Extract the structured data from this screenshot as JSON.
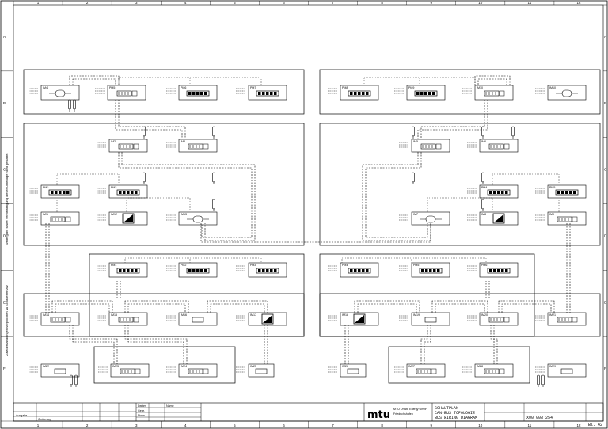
{
  "drawing": {
    "column_labels": [
      "1",
      "2",
      "3",
      "4",
      "5",
      "6",
      "7",
      "8",
      "9",
      "10",
      "11",
      "12"
    ],
    "row_labels": [
      "A",
      "B",
      "C",
      "D",
      "E",
      "F"
    ],
    "modules_top_left": [
      "IM4",
      "PM5",
      "PM6",
      "PM7"
    ],
    "modules_top_right": [
      "PM8",
      "PM9",
      "IM10"
    ],
    "modules_mid_left": [
      "IM2",
      "IM3",
      "PM2",
      "PM3",
      "IM1",
      "IM12",
      "IM13"
    ],
    "modules_mid_right": [
      "IM5",
      "IM6",
      "PM4",
      "PM5",
      "IM7",
      "IM8",
      "IM9"
    ],
    "modules_low_left": [
      "PM1",
      "PM2",
      "PM3",
      "IM14",
      "IM15",
      "IM16",
      "IM17"
    ],
    "modules_low_right": [
      "PM4",
      "PM5",
      "PM6",
      "IM18",
      "IM19",
      "IM20",
      "IM21"
    ],
    "modules_bottom_left": [
      "IM22",
      "IM23",
      "IM24",
      "IM25"
    ],
    "modules_bottom_right": [
      "IM26",
      "IM27",
      "IM28",
      "IM29"
    ]
  },
  "title_block": {
    "logo": "mtu",
    "company_line1": "MTU Onsite Energy GmbH",
    "company_line2": "Friedrichshafen",
    "drawing_title_1": "SCHALTPLAN",
    "drawing_title_2": "CAN-BUS TOPOLOGIE",
    "drawing_title_3": "BUS WIRING DIAGRAM",
    "drawing_number": "X00 003 254",
    "sheet": "Bl. 42",
    "revision_a": "Ausgabe",
    "revision_b": "Änderung",
    "date_label": "Datum",
    "name_label": "Name",
    "checked_label": "Gepr.",
    "norm_label": "Norm"
  },
  "side_notes": {
    "note_upper": "Weitergabe sowie Vervielfältigung dieser Unterlage nicht gestattet",
    "note_lower": "Zuwiderhandlungen verpflichten zu Schadenersatz"
  }
}
